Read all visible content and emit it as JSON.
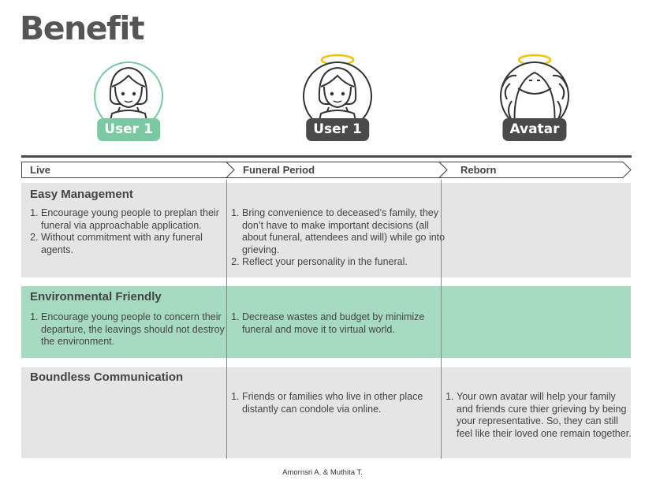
{
  "title": "Benefit",
  "personas": [
    {
      "label": "User 1",
      "style": "green",
      "halo": false,
      "icon": "woman-face-icon"
    },
    {
      "label": "User 1",
      "style": "dark",
      "halo": true,
      "icon": "woman-face-halo-icon"
    },
    {
      "label": "Avatar",
      "style": "dark",
      "halo": true,
      "icon": "ghost-avatar-icon"
    }
  ],
  "phases": [
    "Live",
    "Funeral Period",
    "Reborn"
  ],
  "categories": [
    {
      "title": "Easy Management",
      "live": [
        "Encourage young people to preplan their funeral via approachable application.",
        "Without commitment with any funeral agents."
      ],
      "funeral": [
        "Bring convenience to deceased’s family, they don’t have to make important decisions (all about funeral, attendees and will) while go into grieving.",
        "Reflect your personality in the funeral."
      ],
      "reborn": []
    },
    {
      "title": "Environmental Friendly",
      "live": [
        "Encourage young people to concern their departure, the leavings should not destroy the environment."
      ],
      "funeral": [
        "Decrease wastes and budget by minimize funeral and move it to virtual world."
      ],
      "reborn": []
    },
    {
      "title": "Boundless Communication",
      "live": [],
      "funeral": [
        "Friends or families who live in other place distantly can condole via online."
      ],
      "reborn": [
        "Your own avatar will help your family and friends cure thier grieving by being your representative. So, they can still feel like their loved one remain together."
      ]
    }
  ],
  "credit": "Amornsri A. & Muthita T.",
  "colors": {
    "green": "#a6dbc1",
    "badge_green": "#7ac9a3",
    "gray": "#e5e5e5",
    "dark": "#4a4a4a",
    "halo": "#f2c300"
  }
}
